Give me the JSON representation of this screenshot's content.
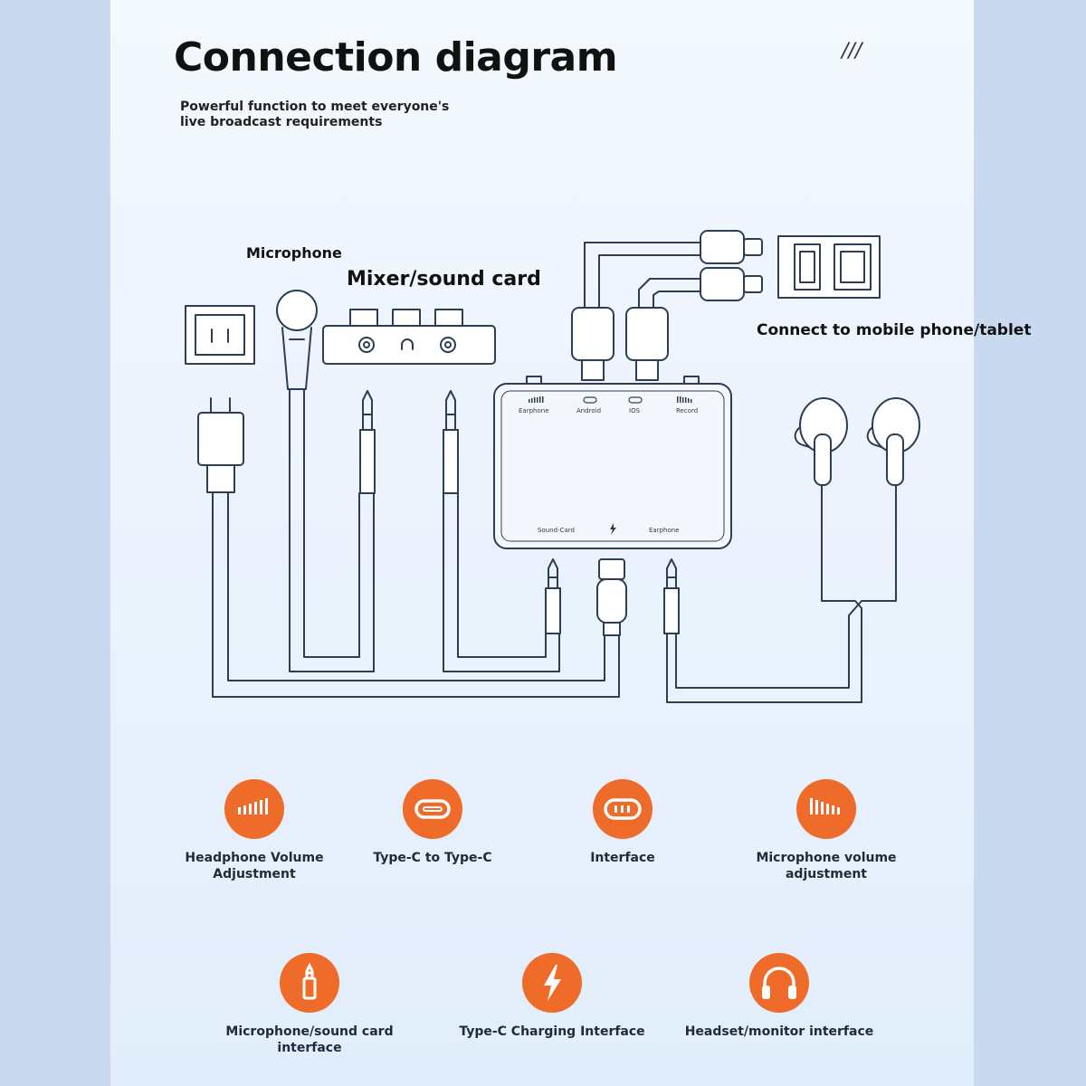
{
  "header": {
    "title": "Connection diagram",
    "mark": "///",
    "subtitle": "Powerful function to meet everyone's live broadcast requirements"
  },
  "diagram": {
    "microphone_label": "Microphone",
    "mixer_label": "Mixer/sound card",
    "phone_label": "Connect to mobile phone/tablet",
    "device_ports_top": [
      "Earphone",
      "Android",
      "IOS",
      "Record"
    ],
    "device_ports_bottom": [
      "Sound-Card",
      "Earphone"
    ]
  },
  "features": [
    {
      "icon": "volume-bars-icon",
      "caption": "Headphone Volume Adjustment"
    },
    {
      "icon": "type-c-port-icon",
      "caption": "Type-C to Type-C"
    },
    {
      "icon": "lightning-port-icon",
      "caption": "Interface"
    },
    {
      "icon": "mic-volume-bars-icon",
      "caption": "Microphone volume adjustment"
    },
    {
      "icon": "audio-jack-icon",
      "caption": "Microphone/sound card interface"
    },
    {
      "icon": "lightning-bolt-icon",
      "caption": "Type-C Charging Interface"
    },
    {
      "icon": "headphones-icon",
      "caption": "Headset/monitor interface"
    }
  ],
  "colors": {
    "accent": "#ef6b2a",
    "line": "#2c3e55",
    "background": "#eaf2fc"
  }
}
